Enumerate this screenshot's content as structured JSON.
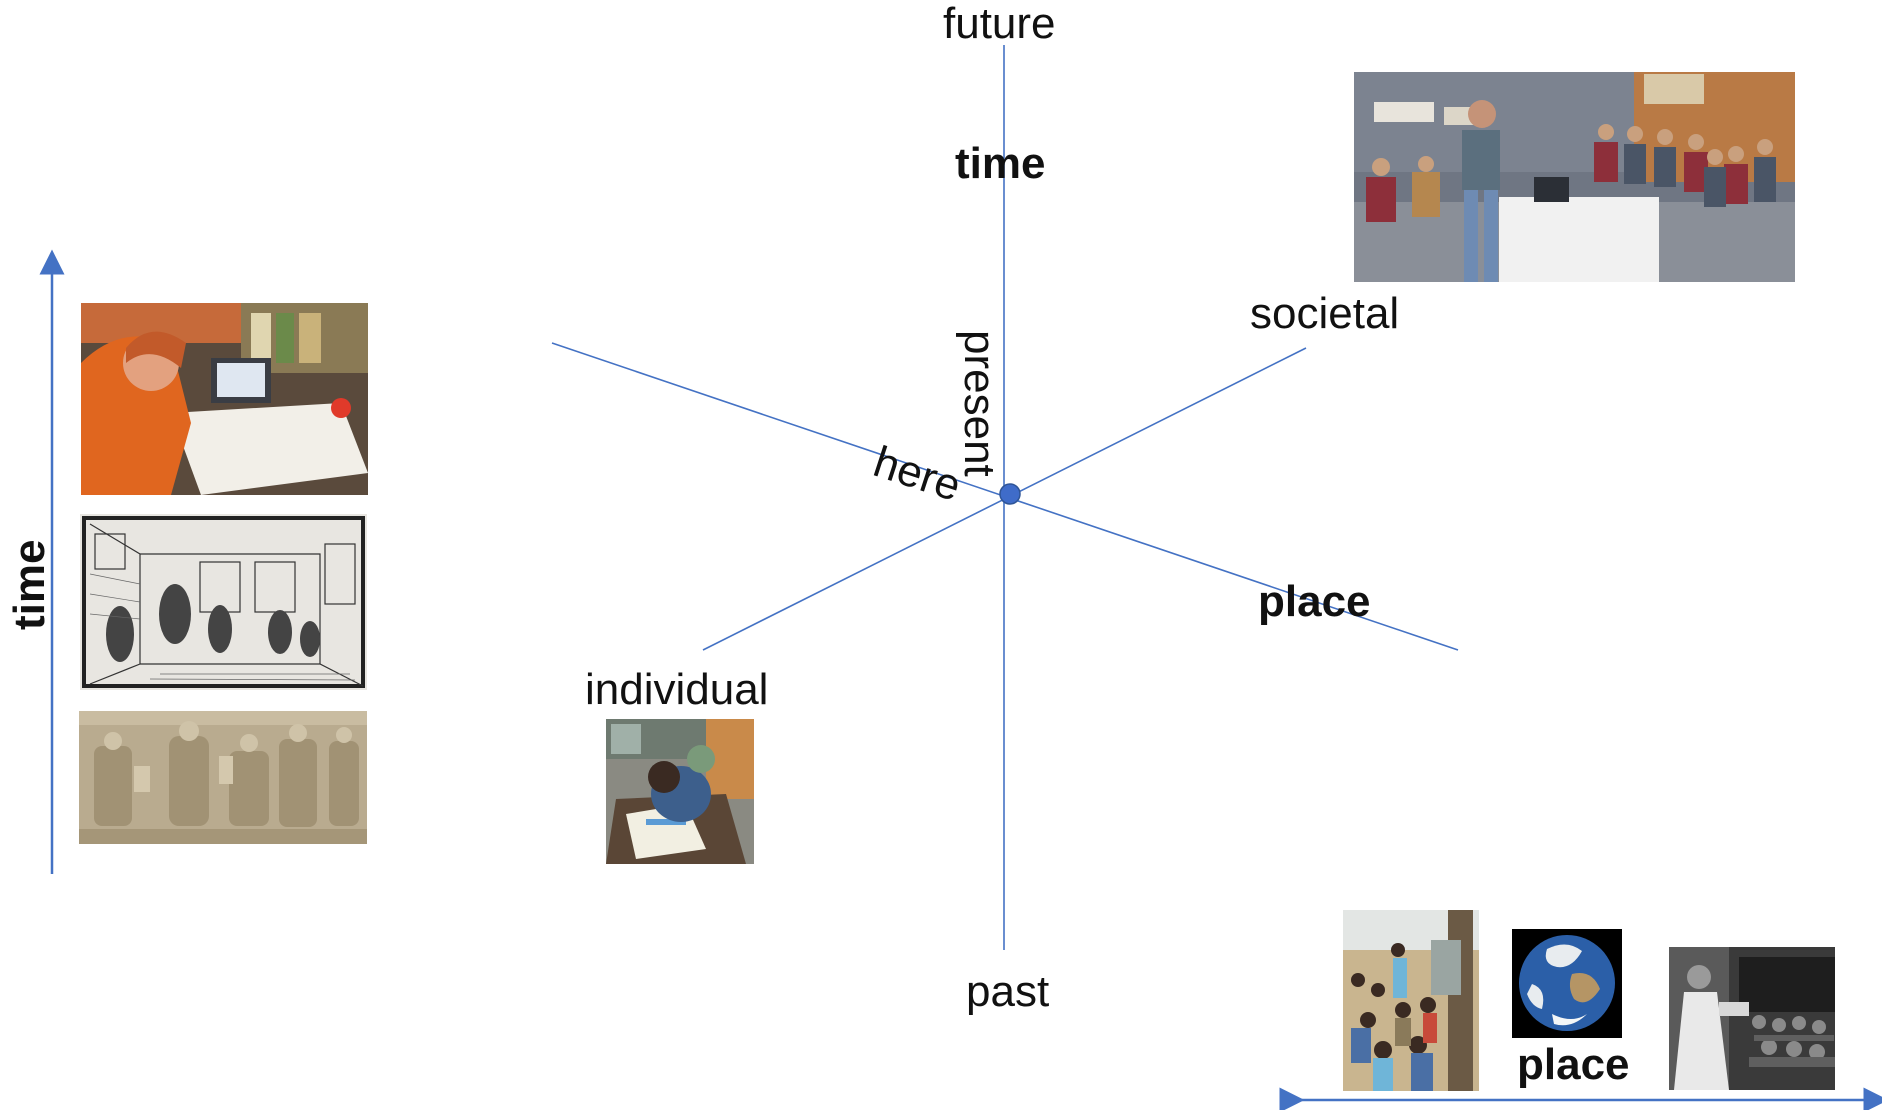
{
  "center_diagram": {
    "labels": {
      "future": "future",
      "past": "past",
      "time": "time",
      "present": "present",
      "here": "here",
      "societal": "societal",
      "individual": "individual",
      "place": "place"
    },
    "colors": {
      "axis": "#4472C4",
      "center_dot": "#3F6CC9"
    }
  },
  "left_timeline": {
    "label": "time",
    "images": [
      "modern-student-studying-photo",
      "woodcut-classroom-engraving",
      "roman-relief-teacher-students"
    ]
  },
  "bottom_placeline": {
    "label": "place",
    "images": [
      "outdoor-african-school-photo",
      "earth-from-space-photo",
      "vintage-classroom-bw-photo"
    ]
  },
  "other_images": {
    "top_right": "classroom-presentation-photo",
    "center_left": "student-reading-at-desk-photo"
  }
}
